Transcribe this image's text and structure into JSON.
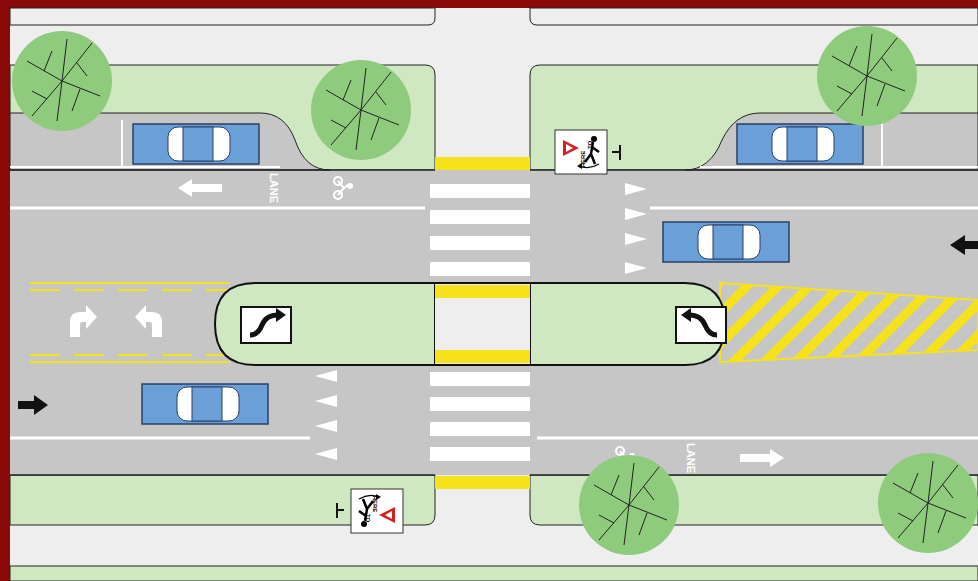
{
  "diagram": {
    "labels": [
      "LANE",
      "LANE",
      "HERE",
      "TO",
      "HERE",
      "TO"
    ]
  }
}
